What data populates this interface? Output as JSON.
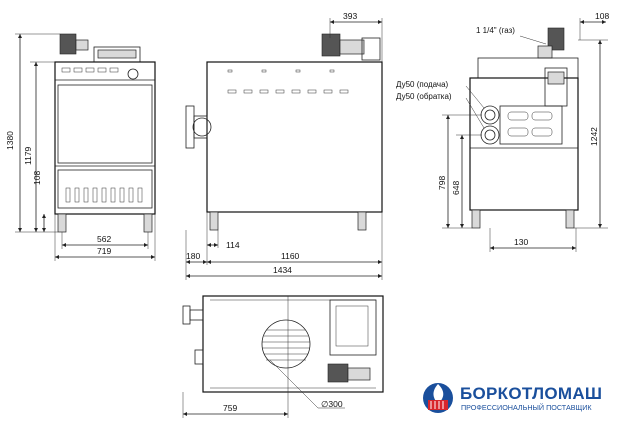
{
  "dimensions": {
    "front_height_total": "1380",
    "front_height_body": "1179",
    "front_height_base": "108",
    "front_width_inner": "562",
    "front_width_outer": "719",
    "top_right_offset": "393",
    "side_114": "114",
    "side_180": "180",
    "side_1160": "1160",
    "side_1434": "1434",
    "right_width_top": "108",
    "right_height_total": "1242",
    "right_height_798": "798",
    "right_height_648": "648",
    "right_width_130": "130",
    "plan_759": "759",
    "plan_diameter": "∅300"
  },
  "labels": {
    "gas": "1 1/4\" (газ)",
    "supply": "Ду50 (подача)",
    "return": "Ду50 (обратка)"
  },
  "brand": {
    "name": "БОРКОТЛОМАШ",
    "tagline": "ПРОФЕССИОНАЛЬНЫЙ ПОСТАВЩИК",
    "color": "#1a4f9c",
    "accent": "#d8262c",
    "icon": "boiler-flame-logo"
  }
}
